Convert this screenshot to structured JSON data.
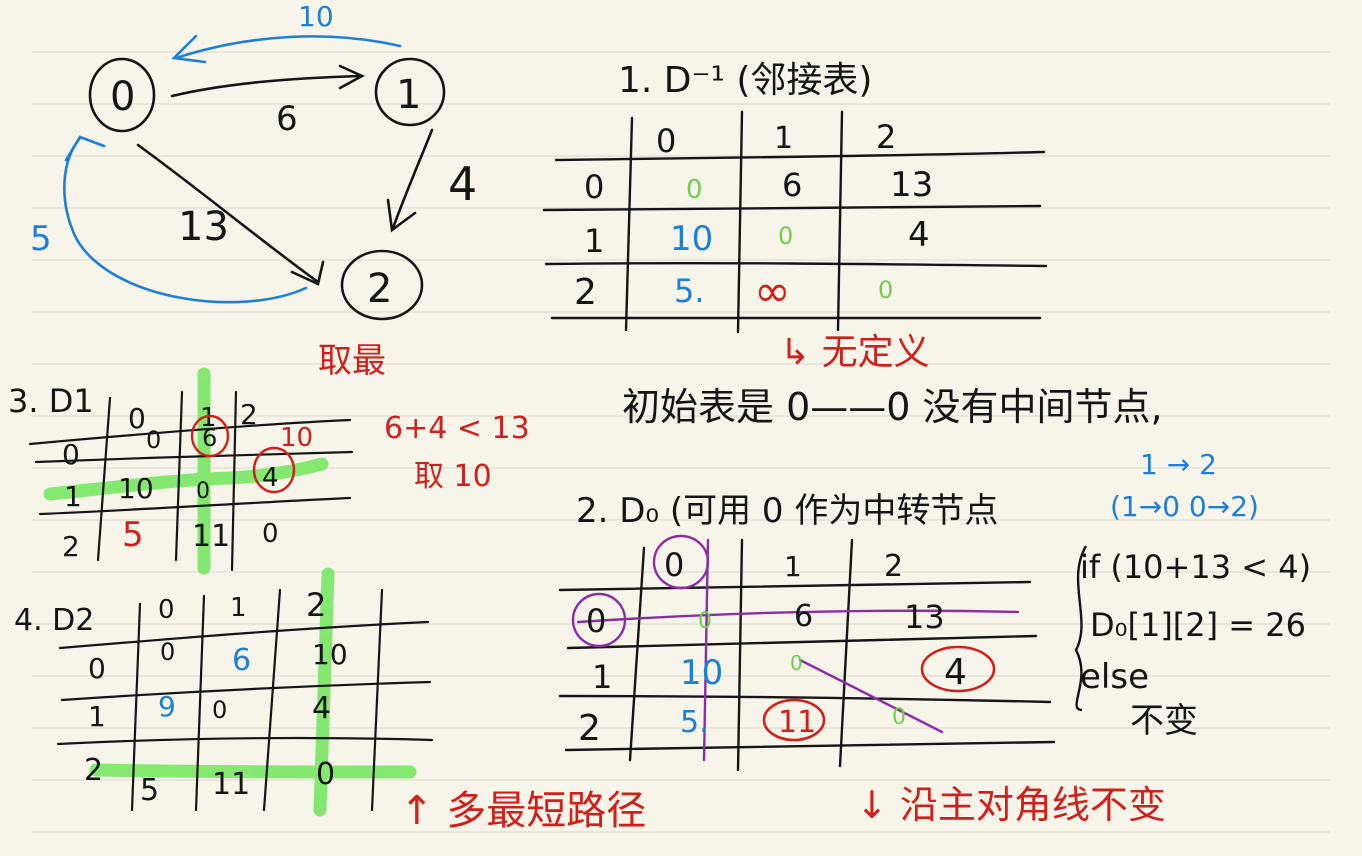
{
  "colors": {
    "paper": "#f7f5ea",
    "rule": "#e1ded4",
    "ink": "#151515",
    "blue": "#1e7fd6",
    "red": "#d0201c",
    "green": "#6fe55a",
    "purple": "#8a2ea6",
    "highlight_green": "#7ee86a"
  },
  "graph": {
    "nodes": [
      "0",
      "1",
      "2"
    ],
    "edge_weights": {
      "w01": "6",
      "w10": "10",
      "w12": "4",
      "w02": "13",
      "w20": "5"
    }
  },
  "section1": {
    "title": "1. D⁻¹ (邻接表)",
    "col_headers": [
      "0",
      "1",
      "2"
    ],
    "rows": [
      {
        "label": "0",
        "cells": [
          "0",
          "6",
          "13"
        ]
      },
      {
        "label": "1",
        "cells": [
          "10",
          "0",
          "4"
        ]
      },
      {
        "label": "2",
        "cells": [
          "5.",
          "∞",
          "0"
        ]
      }
    ],
    "undefined_note": "↳ 无定义",
    "initial_note": "初始表是 0——0 没有中间节点,",
    "path_note": "1 → 2",
    "path_note2": "(1→0 0→2)"
  },
  "section2": {
    "title": "2. D₀ (可用 0 作为中转节点",
    "col_headers": [
      "0",
      "1",
      "2"
    ],
    "rows": [
      {
        "label": "0",
        "cells": [
          "0",
          "6",
          "13"
        ]
      },
      {
        "label": "1",
        "cells": [
          "10",
          "0",
          "4"
        ]
      },
      {
        "label": "2",
        "cells": [
          "5.",
          "11",
          "0"
        ]
      }
    ],
    "if_lines": [
      "if (10+13 < 4)",
      "D₀[1][2] = 26",
      "else",
      "不变"
    ],
    "diagonal_note": "↓ 沿主对角线不变"
  },
  "section3": {
    "title": "3. D1",
    "col_headers": [
      "0",
      "1",
      "2"
    ],
    "rows": [
      {
        "label": "0",
        "cells": [
          "0",
          "6",
          "10"
        ]
      },
      {
        "label": "1",
        "cells": [
          "10",
          "0",
          "4"
        ]
      },
      {
        "label": "2",
        "cells": [
          "5",
          "11",
          "0"
        ]
      }
    ],
    "note_line1": "6+4 < 13",
    "note_line2": "取 10",
    "top_note": "取最"
  },
  "section4": {
    "title": "4. D2",
    "col_headers": [
      "0",
      "1",
      "2"
    ],
    "rows": [
      {
        "label": "0",
        "cells": [
          "0",
          "6",
          "10"
        ]
      },
      {
        "label": "1",
        "cells": [
          "9",
          "0",
          "4"
        ]
      },
      {
        "label": "2",
        "cells": [
          "5",
          "11",
          "0"
        ]
      }
    ],
    "shortest_note": "↑ 多最短路径"
  }
}
